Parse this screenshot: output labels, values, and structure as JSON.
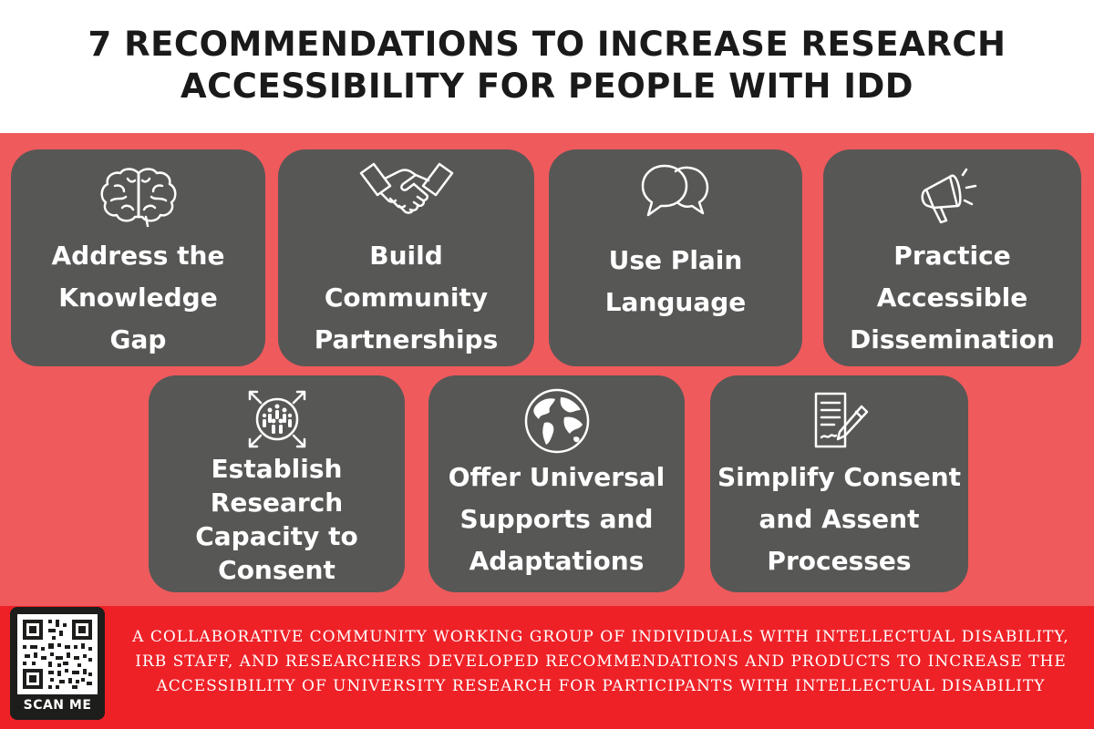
{
  "header": {
    "title_lines": [
      "7 RECOMMENDATIONS TO INCREASE RESEARCH",
      "ACCESSIBILITY FOR PEOPLE WITH IDD"
    ]
  },
  "cards": [
    {
      "icon": "brain-icon",
      "lines": [
        "Address the",
        "Knowledge",
        "Gap"
      ]
    },
    {
      "icon": "handshake-icon",
      "lines": [
        "Build",
        "Community",
        "Partnerships"
      ]
    },
    {
      "icon": "speech-bubbles-icon",
      "lines": [
        "Use Plain",
        "Language"
      ]
    },
    {
      "icon": "megaphone-icon",
      "lines": [
        "Practice",
        "Accessible",
        "Dissemination"
      ]
    },
    {
      "icon": "people-group-icon",
      "lines": [
        "Establish",
        "Research",
        "Capacity to",
        "Consent"
      ]
    },
    {
      "icon": "globe-icon",
      "lines": [
        "Offer Universal",
        "Supports and",
        "Adaptations"
      ]
    },
    {
      "icon": "document-pen-icon",
      "lines": [
        "Simplify Consent",
        "and Assent",
        "Processes"
      ]
    }
  ],
  "footer": {
    "qr_label": "SCAN ME",
    "text_lines": [
      "A COLLABORATIVE COMMUNITY WORKING GROUP OF INDIVIDUALS WITH INTELLECTUAL DISABILITY,",
      "IRB STAFF, AND RESEARCHERS DEVELOPED RECOMMENDATIONS AND PRODUCTS TO INCREASE THE",
      "ACCESSIBILITY OF UNIVERSITY RESEARCH FOR PARTICIPANTS WITH INTELLECTUAL DISABILITY"
    ]
  },
  "colors": {
    "title_text": "#1a1a1a",
    "main_background": "#ef5a5c",
    "card_background": "#575756",
    "footer_background": "#ee2127",
    "text_light": "#ffffff"
  }
}
